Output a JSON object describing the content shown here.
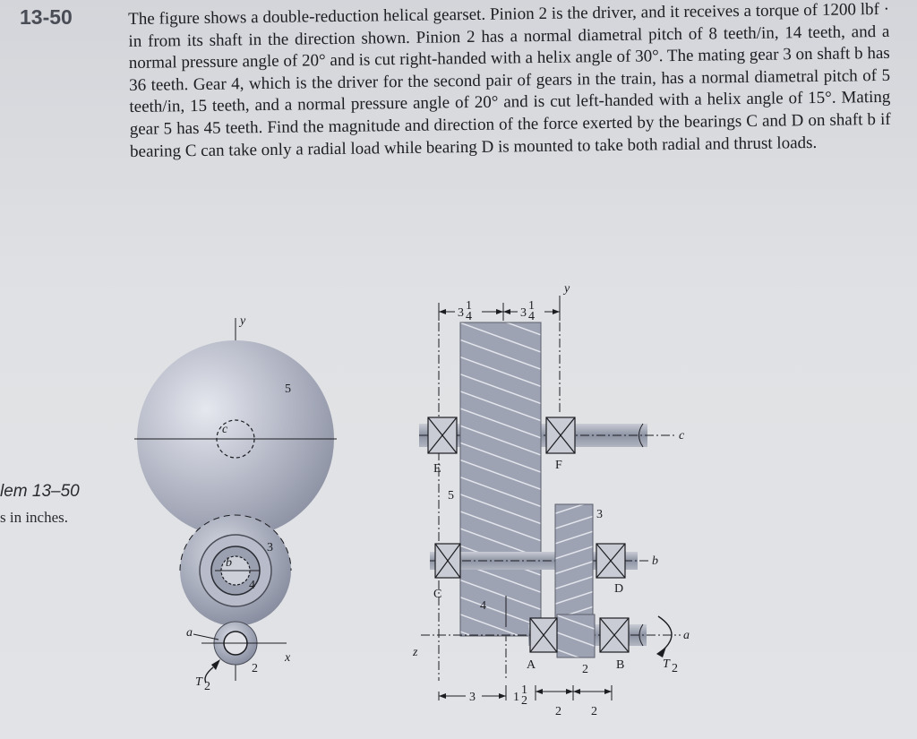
{
  "problem": {
    "number": "13-50",
    "text": "The figure shows a double-reduction helical gearset. Pinion 2 is the driver, and it receives a torque of 1200 lbf · in from its shaft in the direction shown. Pinion 2 has a normal diametral pitch of 8 teeth/in, 14 teeth, and a normal pressure angle of 20° and is cut right-handed with a helix angle of 30°. The mating gear 3 on shaft b has 36 teeth. Gear 4, which is the driver for the second pair of gears in the train, has a normal diametral pitch of 5 teeth/in, 15 teeth, and a normal pressure angle of 20° and is cut left-handed with a helix angle of 15°. Mating gear 5 has 45 teeth. Find the magnitude and direction of the force exerted by the bearings C and D on shaft b if bearing C can take only a radial load while bearing D is mounted to take both radial and thrust loads."
  },
  "caption": {
    "title": "lem 13–50",
    "units": "s in inches."
  },
  "figure_left": {
    "y_axis": "y",
    "x_axis": "x",
    "gear5": "5",
    "gear3": "3",
    "gear4": "4",
    "gear2": "2",
    "shaft_c": "c",
    "shaft_b": "b",
    "shaft_a": "a",
    "torque": "T",
    "torque_sub": "2"
  },
  "figure_right": {
    "y_axis": "y",
    "z_axis": "z",
    "dim_top_1": "3",
    "dim_top_2": "3",
    "frac_num": "1",
    "frac_den": "4",
    "dim_bot_1": "3",
    "dim_bot_2": "1",
    "dim_bot_2_frac_num": "1",
    "dim_bot_2_frac_den": "2",
    "dim_bot_3": "2",
    "dim_bot_4": "2",
    "bearing_E": "E",
    "bearing_F": "F",
    "bearing_C": "C",
    "bearing_D": "D",
    "bearing_A": "A",
    "bearing_B": "B",
    "gear5": "5",
    "gear3": "3",
    "gear4": "4",
    "gear2": "2",
    "shaft_c": "c",
    "shaft_b": "b",
    "shaft_a": "a",
    "torque": "T",
    "torque_sub": "2"
  },
  "colors": {
    "gear_light": "#dfe2ea",
    "gear_mid": "#a9aebd",
    "gear_dark": "#7e8497",
    "shaft": "#9aa0ae",
    "ink": "#1c1d21"
  }
}
